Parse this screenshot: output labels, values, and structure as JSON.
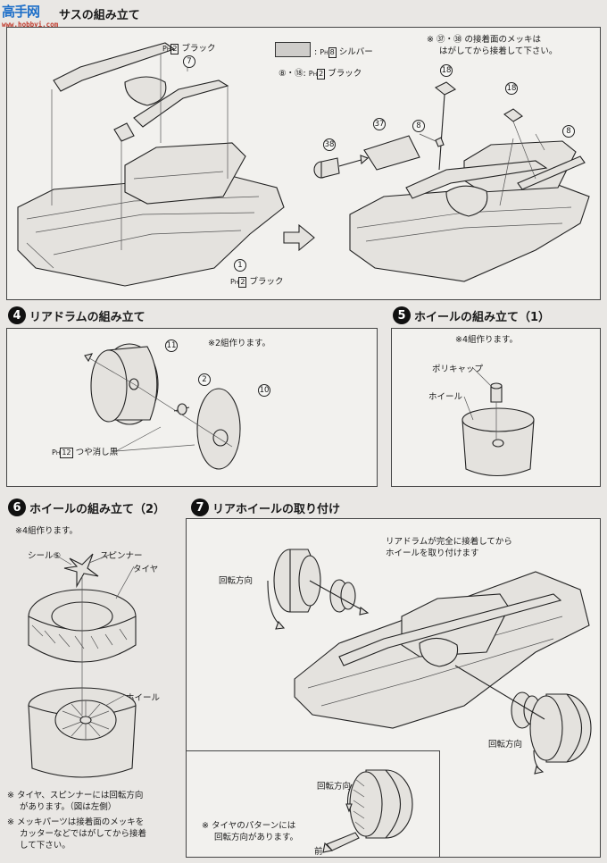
{
  "logo": {
    "text": "高手网",
    "url": "www.hobbyi.com"
  },
  "step3": {
    "title": "サスの組み立て",
    "parts": {
      "p7": "7",
      "p1": "1",
      "p8": "8",
      "p18a": "18",
      "p18b": "18",
      "p37": "37",
      "p38": "38",
      "p8b": "8",
      "p8c": "8"
    },
    "paint_p7": "ブラック",
    "paint_p1": "ブラック",
    "paint_ph2_code": "2",
    "paint_ph8_code": "8",
    "legend_silver": "シルバー",
    "legend_parts": "⑧・⑱:",
    "legend_black": "ブラック",
    "note_37_38_line1": "※ ㊲・㊳ の接着面のメッキは",
    "note_37_38_line2": "はがしてから接着して下さい。"
  },
  "step4": {
    "num": "4",
    "title": "リアドラムの組み立て",
    "note": "※2組作ります。",
    "p11": "11",
    "p2": "2",
    "p10": "10",
    "paint": "つや消し黒",
    "paint_code": "12"
  },
  "step5": {
    "num": "5",
    "title": "ホイールの組み立て（1）",
    "note": "※4組作ります。",
    "polycap": "ポリキャップ",
    "wheel": "ホイール"
  },
  "step6": {
    "num": "6",
    "title": "ホイールの組み立て（2）",
    "note": "※4組作ります。",
    "seal": "シール⑤",
    "spinner": "スピンナー",
    "tire": "タイヤ",
    "wheel": "ホイール",
    "note2_l1": "※ タイヤ、スピンナーには回転方向",
    "note2_l2": "があります。（図は左側）",
    "note3_l1": "※ メッキパーツは接着面のメッキを",
    "note3_l2": "カッターなどではがしてから接着",
    "note3_l3": "して下さい。"
  },
  "step7": {
    "num": "7",
    "title": "リアホイールの取り付け",
    "note_l1": "リアドラムが完全に接着してから",
    "note_l2": "ホイールを取り付けます",
    "rot1": "回転方向",
    "rot2": "回転方向",
    "rot3": "回転方向",
    "pattern_l1": "※ タイヤのパターンには",
    "pattern_l2": "回転方向があります。",
    "front": "前"
  }
}
